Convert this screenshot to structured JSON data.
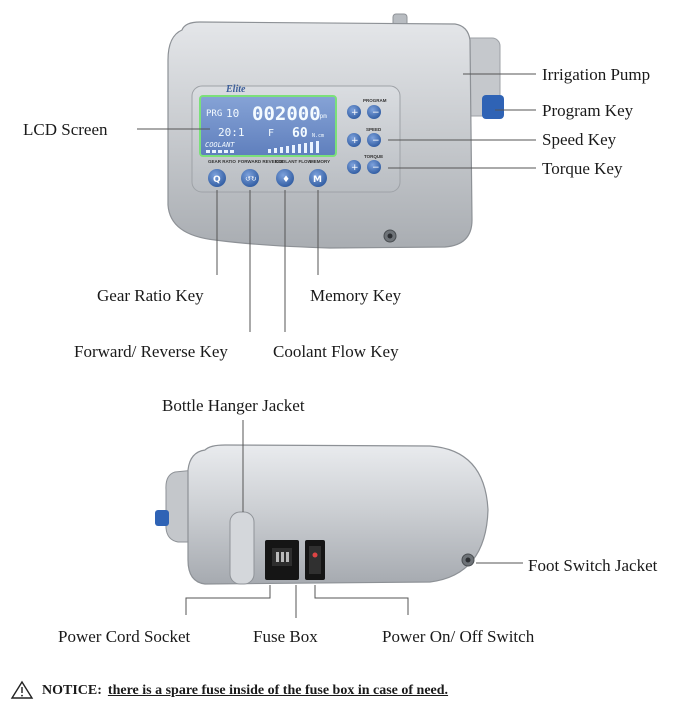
{
  "top_device": {
    "brand": "Elite",
    "lcd": {
      "prg_label": "PRG",
      "prg_value": "10",
      "speed_value": "002000",
      "speed_unit": "rpm",
      "ratio_value": "20:1",
      "mode_value": "F",
      "torque_value": "60",
      "torque_unit": "N.cm",
      "coolant_label": "COOLANT"
    },
    "panel_labels": {
      "program": "PROGRAM",
      "speed": "SPEED",
      "torque": "TORQUE",
      "gear_ratio": "GEAR RATIO",
      "forward_reverse": "FORWARD REVERSE",
      "coolant_flow": "COOLANT FLOW",
      "memory": "MEMORY"
    },
    "callouts": {
      "irrigation_pump": "Irrigation Pump",
      "program_key": "Program Key",
      "speed_key": "Speed Key",
      "torque_key": "Torque Key",
      "lcd_screen": "LCD Screen",
      "gear_ratio_key": "Gear Ratio Key",
      "memory_key": "Memory Key",
      "forward_reverse_key": "Forward/ Reverse Key",
      "coolant_flow_key": "Coolant Flow Key"
    }
  },
  "rear_device": {
    "callouts": {
      "bottle_hanger_jacket": "Bottle Hanger Jacket",
      "foot_switch_jacket": "Foot Switch Jacket",
      "power_cord_socket": "Power Cord Socket",
      "fuse_box": "Fuse Box",
      "power_switch": "Power On/ Off  Switch"
    }
  },
  "notice": {
    "prefix": "NOTICE:",
    "text": "there is a spare fuse inside of the fuse box in case of need."
  },
  "colors": {
    "body_silver": "#c9ccd0",
    "lcd_blue": "#6f8fc8",
    "lcd_border": "#7be07a",
    "key_blue": "#3f6fb8",
    "accent_blue": "#2a5aa8"
  }
}
